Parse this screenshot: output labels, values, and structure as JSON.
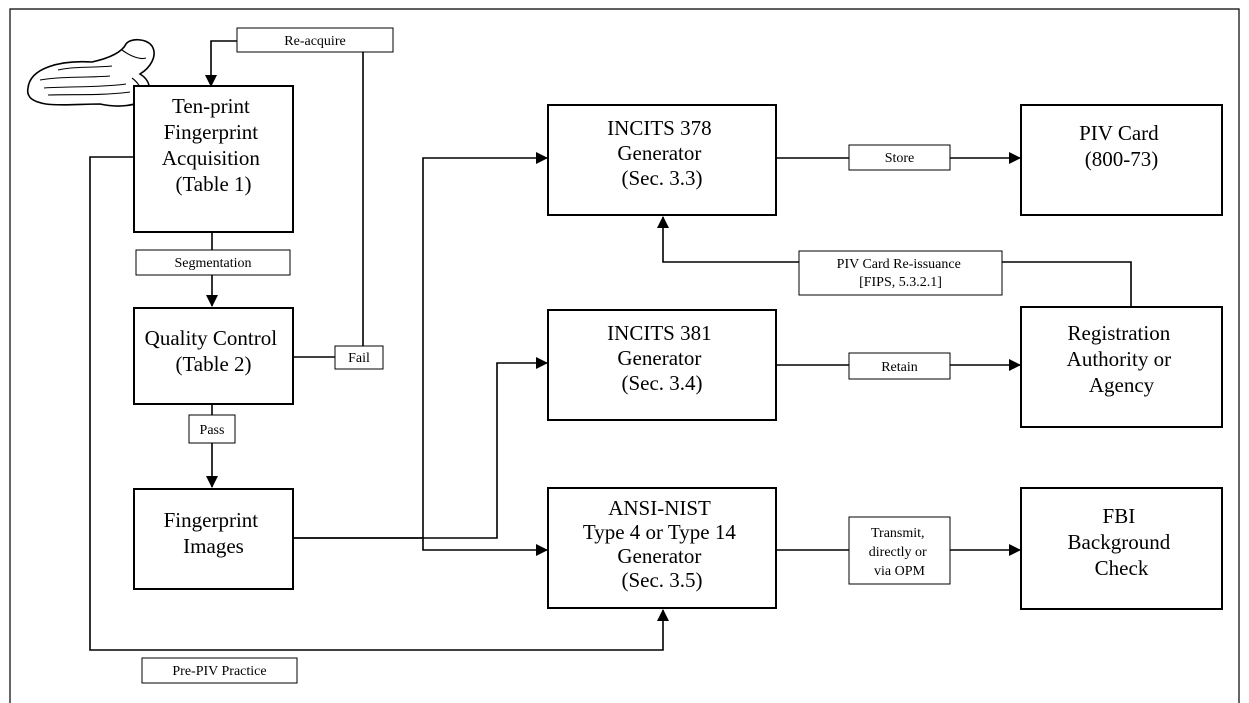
{
  "boxes": {
    "tenprint": [
      "Ten-print",
      "Fingerprint",
      "Acquisition",
      "(Table 1)"
    ],
    "quality": [
      "Quality Control",
      "(Table 2)"
    ],
    "images": [
      "Fingerprint",
      "Images"
    ],
    "incits378": [
      "INCITS 378",
      "Generator",
      "(Sec. 3.3)"
    ],
    "incits381": [
      "INCITS 381",
      "Generator",
      "(Sec. 3.4)"
    ],
    "ansinist": [
      "ANSI-NIST",
      "Type 4 or Type 14",
      "Generator",
      "(Sec. 3.5)"
    ],
    "pivcard": [
      "PIV Card",
      "(800-73)"
    ],
    "registration": [
      "Registration",
      "Authority or",
      "Agency"
    ],
    "fbi": [
      "FBI",
      "Background",
      "Check"
    ]
  },
  "labels": {
    "reacquire": [
      "Re-acquire"
    ],
    "segmentation": [
      "Segmentation"
    ],
    "fail": [
      "Fail"
    ],
    "pass": [
      "Pass"
    ],
    "store": [
      "Store"
    ],
    "reissuance": [
      "PIV Card Re-issuance",
      "[FIPS, 5.3.2.1]"
    ],
    "retain": [
      "Retain"
    ],
    "transmit": [
      "Transmit,",
      "directly or",
      "via OPM"
    ],
    "prepiv": [
      "Pre-PIV Practice"
    ]
  }
}
